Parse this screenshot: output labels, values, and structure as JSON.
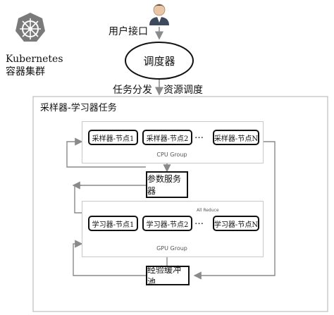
{
  "cluster": {
    "name": "Kubernetes",
    "subtitle": "容器集群",
    "logo_icon": "kubernetes-helm-icon",
    "logo_color": "#7a7a7a"
  },
  "user": {
    "icon": "user-avatar-icon",
    "label": "用户接口"
  },
  "scheduler": {
    "label": "调度器"
  },
  "edges_top": {
    "task_dispatch": "任务分发",
    "resource_schedule": "资源调度"
  },
  "task_area": {
    "title": "采样器-学习器任务"
  },
  "cpu_group": {
    "label": "CPU Group",
    "nodes": [
      "采样器-节点1",
      "采样器-节点2",
      "采样器-节点N"
    ],
    "ellipsis": "…"
  },
  "param_server": {
    "label": "参数服务器"
  },
  "gpu_group": {
    "label": "GPU Group",
    "all_reduce": "All Reduce",
    "nodes": [
      "学习器-节点1",
      "学习器-节点2",
      "学习器-节点N"
    ],
    "ellipsis": "…"
  },
  "replay_buffer": {
    "label": "经验缓冲池"
  },
  "colors": {
    "arrow_gray": "#8a8a8a",
    "box_border": "#111111",
    "group_border": "#c9c9c9"
  }
}
